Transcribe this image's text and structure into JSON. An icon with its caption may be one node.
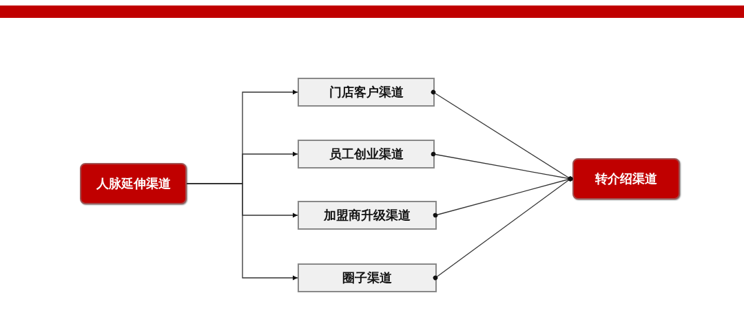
{
  "diagram": {
    "nodes": [
      {
        "text": [
          "人脉延伸渠道"
        ]
      },
      {
        "text": [
          "门店客户渠道"
        ]
      },
      {
        "text": [
          "员工创业渠道"
        ]
      },
      {
        "text": [
          "加盟商升级渠道"
        ]
      },
      {
        "text": [
          "圈子渠道"
        ]
      },
      {
        "text": [
          "转介绍渠道"
        ]
      }
    ],
    "edges": [
      {
        "from": 0,
        "to": 1,
        "arrow": "to"
      },
      {
        "from": 0,
        "to": 2,
        "arrow": "to"
      },
      {
        "from": 0,
        "to": 3,
        "arrow": "to"
      },
      {
        "from": 0,
        "to": 4,
        "arrow": "to"
      },
      {
        "from": 1,
        "to": 5,
        "arrow": "other"
      },
      {
        "from": 2,
        "to": 5,
        "arrow": "other"
      },
      {
        "from": 3,
        "to": 5,
        "arrow": "other"
      },
      {
        "from": 4,
        "to": 5,
        "arrow": "other"
      }
    ]
  }
}
